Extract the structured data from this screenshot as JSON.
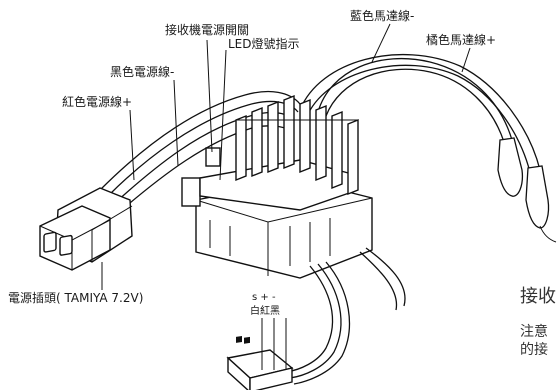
{
  "labels": {
    "receiver_switch": "接收機電源開關",
    "led": "LED燈號指示",
    "blue_wire": "藍色馬達線-",
    "orange_wire": "橘色馬達線+",
    "black_power": "黑色電源線-",
    "red_power": "紅色電源線+",
    "power_plug": "電源插頭( TAMIYA 7.2V)",
    "signal_symbols": "s + -",
    "signal_colors": "白紅黑"
  },
  "side_text": {
    "heading": "接收",
    "note_line1": "注意",
    "note_line2": "的接"
  }
}
